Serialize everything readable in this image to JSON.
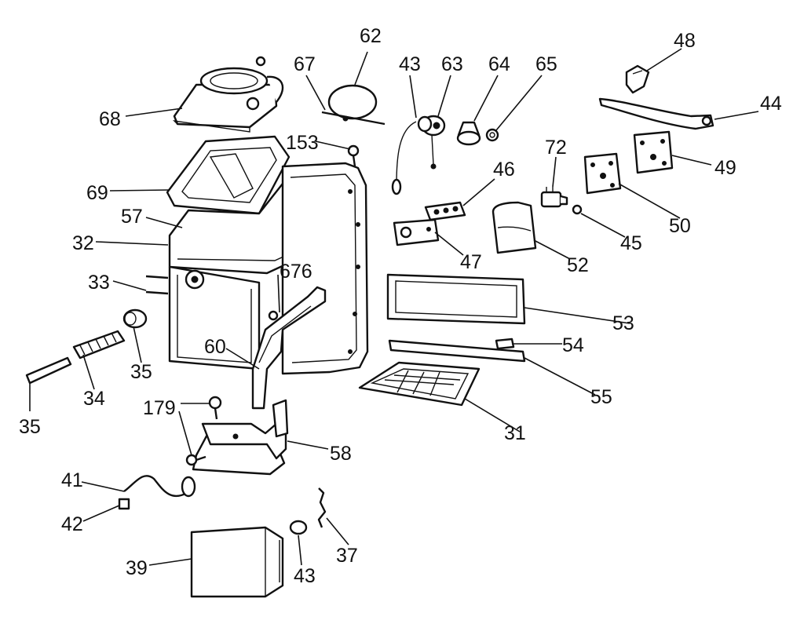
{
  "diagram": {
    "labels": [
      "68",
      "62",
      "67",
      "43",
      "63",
      "64",
      "65",
      "48",
      "44",
      "153",
      "69",
      "72",
      "46",
      "49",
      "50",
      "57",
      "32",
      "45",
      "52",
      "47",
      "33",
      "676",
      "53",
      "35",
      "54",
      "60",
      "34",
      "35",
      "55",
      "179",
      "31",
      "58",
      "41",
      "42",
      "37",
      "39",
      "43"
    ]
  }
}
